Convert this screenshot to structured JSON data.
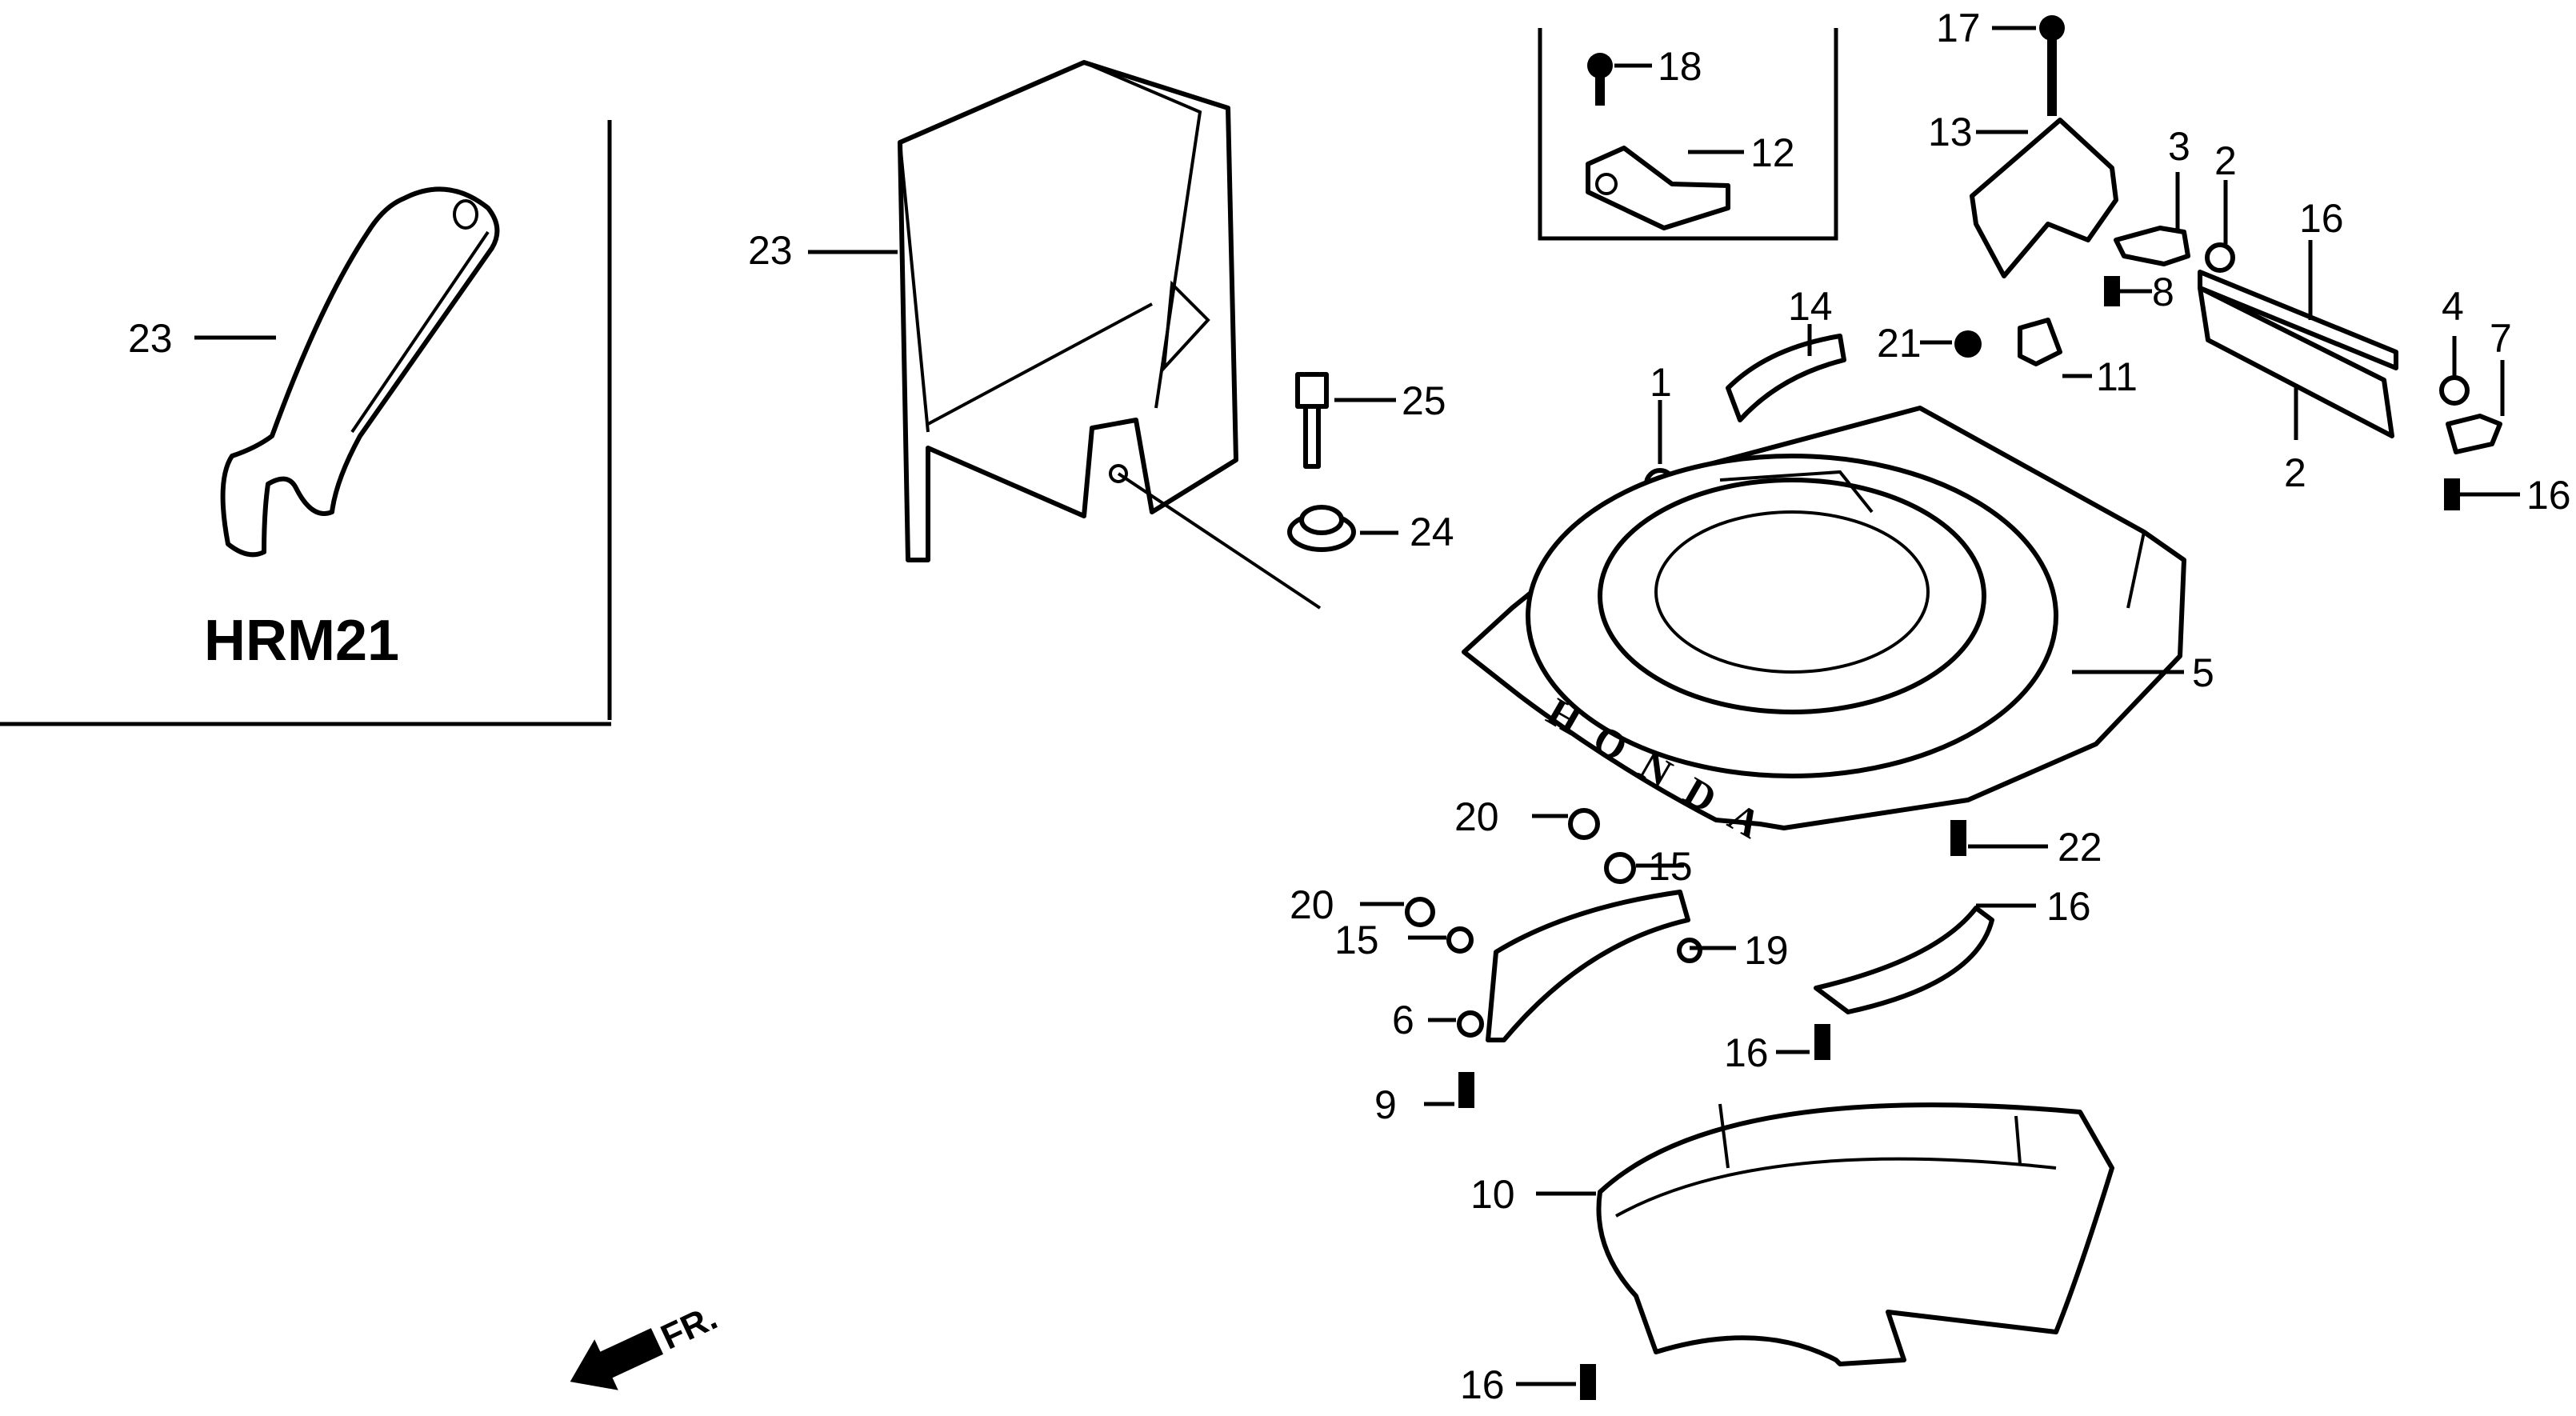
{
  "diagram": {
    "title": "HRM21 mower deck parts diagram",
    "model_label": "HRM21",
    "direction_label": "FR.",
    "callouts": [
      {
        "id": "inset-23",
        "text": "23"
      },
      {
        "id": "chute-23",
        "text": "23"
      },
      {
        "id": "c25",
        "text": "25"
      },
      {
        "id": "c24",
        "text": "24"
      },
      {
        "id": "c18",
        "text": "18"
      },
      {
        "id": "c12",
        "text": "12"
      },
      {
        "id": "c17",
        "text": "17"
      },
      {
        "id": "c13",
        "text": "13"
      },
      {
        "id": "c3",
        "text": "3"
      },
      {
        "id": "c2a",
        "text": "2"
      },
      {
        "id": "c8",
        "text": "8"
      },
      {
        "id": "c16a",
        "text": "16"
      },
      {
        "id": "c2b",
        "text": "2"
      },
      {
        "id": "c4",
        "text": "4"
      },
      {
        "id": "c7",
        "text": "7"
      },
      {
        "id": "c16b",
        "text": "16"
      },
      {
        "id": "c14",
        "text": "14"
      },
      {
        "id": "c21",
        "text": "21"
      },
      {
        "id": "c11",
        "text": "11"
      },
      {
        "id": "c1",
        "text": "1"
      },
      {
        "id": "c5",
        "text": "5"
      },
      {
        "id": "c20a",
        "text": "20"
      },
      {
        "id": "c15a",
        "text": "15"
      },
      {
        "id": "c22",
        "text": "22"
      },
      {
        "id": "c20b",
        "text": "20"
      },
      {
        "id": "c15b",
        "text": "15"
      },
      {
        "id": "c19",
        "text": "19"
      },
      {
        "id": "c6",
        "text": "6"
      },
      {
        "id": "c9",
        "text": "9"
      },
      {
        "id": "c16c",
        "text": "16"
      },
      {
        "id": "c16d",
        "text": "16"
      },
      {
        "id": "c10",
        "text": "10"
      },
      {
        "id": "c16e",
        "text": "16"
      }
    ],
    "deck_lettering": "HONDA"
  }
}
